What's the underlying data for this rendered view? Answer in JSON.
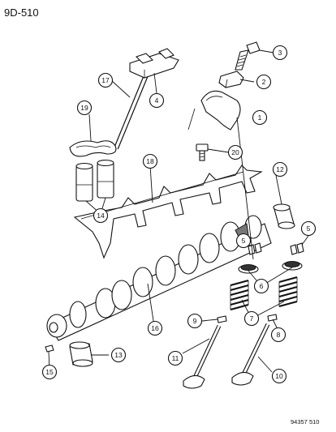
{
  "header": {
    "page_code": "9D-510"
  },
  "footer": {
    "figure_code": "94357 510"
  },
  "callouts": [
    {
      "id": "c1",
      "label": "1"
    },
    {
      "id": "c2",
      "label": "2"
    },
    {
      "id": "c3",
      "label": "3"
    },
    {
      "id": "c4",
      "label": "4"
    },
    {
      "id": "c5a",
      "label": "5"
    },
    {
      "id": "c5b",
      "label": "5"
    },
    {
      "id": "c6",
      "label": "6"
    },
    {
      "id": "c7",
      "label": "7"
    },
    {
      "id": "c8",
      "label": "8"
    },
    {
      "id": "c9",
      "label": "9"
    },
    {
      "id": "c10",
      "label": "10"
    },
    {
      "id": "c11",
      "label": "11"
    },
    {
      "id": "c12",
      "label": "12"
    },
    {
      "id": "c13",
      "label": "13"
    },
    {
      "id": "c14",
      "label": "14"
    },
    {
      "id": "c15",
      "label": "15"
    },
    {
      "id": "c16",
      "label": "16"
    },
    {
      "id": "c17",
      "label": "17"
    },
    {
      "id": "c18",
      "label": "18"
    },
    {
      "id": "c19",
      "label": "19"
    },
    {
      "id": "c20",
      "label": "20"
    }
  ]
}
